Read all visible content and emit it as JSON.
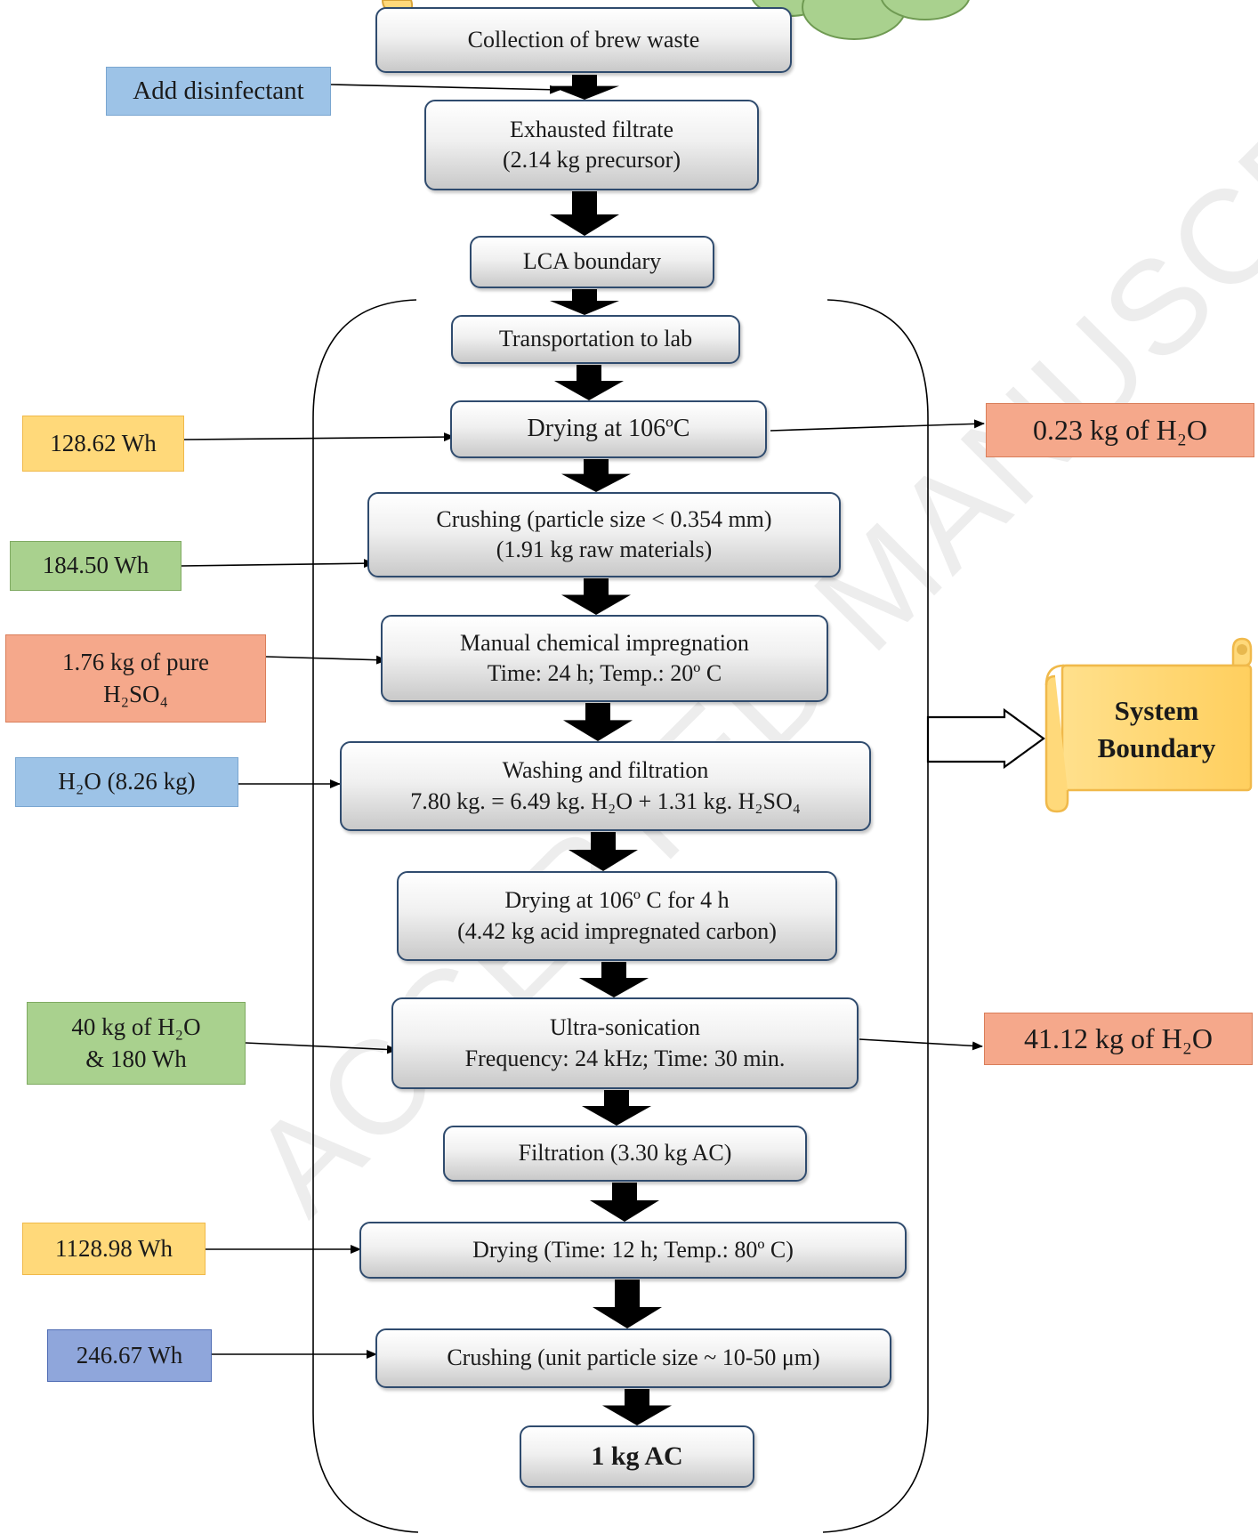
{
  "flow_steps": {
    "collection": [
      "Collection of brew waste"
    ],
    "exhausted": [
      "Exhausted filtrate",
      "(2.14 kg precursor)"
    ],
    "lca": [
      "LCA boundary"
    ],
    "transport": [
      "Transportation to lab"
    ],
    "drying1": [
      "Drying at 106ºC"
    ],
    "crushing1": [
      "Crushing (particle size < 0.354 mm)",
      "(1.91 kg raw materials)"
    ],
    "impregnation": [
      "Manual chemical impregnation",
      "Time: 24 h; Temp.: 20º C"
    ],
    "washing": [
      "Washing and filtration",
      "7.80 kg. = 6.49 kg. H₂O + 1.31 kg. H₂SO₄"
    ],
    "drying2": [
      "Drying at 106º C for 4 h",
      "(4.42 kg acid impregnated carbon)"
    ],
    "sonication": [
      "Ultra-sonication",
      "Frequency: 24 kHz; Time: 30 min."
    ],
    "filtration": [
      "Filtration (3.30 kg AC)"
    ],
    "drying3": [
      "Drying (Time: 12 h; Temp.: 80º C)"
    ],
    "crushing2": [
      "Crushing (unit particle size ~ 10-50 μm)"
    ],
    "final": [
      "1 kg AC"
    ]
  },
  "inputs": {
    "disinfectant": [
      "Add disinfectant"
    ],
    "energy_drying1": [
      "128.62 Wh"
    ],
    "energy_crushing1": [
      "184.50 Wh"
    ],
    "acid": [
      "1.76 kg of  pure",
      "H₂SO₄"
    ],
    "water_wash": [
      "H₂O (8.26 kg)"
    ],
    "water_energy_sonication": [
      "40 kg of H₂O",
      "& 180 Wh"
    ],
    "energy_drying3": [
      "1128.98 Wh"
    ],
    "energy_crushing2": [
      "246.67 Wh"
    ]
  },
  "outputs": {
    "water_drying1": [
      "0.23 kg of H₂O"
    ],
    "water_sonication": [
      "41.12 kg of H₂O"
    ]
  },
  "system_boundary_label": [
    "System",
    "Boundary"
  ],
  "watermark": "ACCEPTED MANUSCRIPT",
  "colors": {
    "step_border": "#2f4b6e",
    "step_fill_top": "#ffffff",
    "step_fill_bottom": "#c9c9c9",
    "input_blue": "#9dc3e7",
    "input_yellow": "#ffd97a",
    "input_green": "#a9d18e",
    "input_salmon": "#f5a88b",
    "input_indigo": "#8fa6db",
    "scroll_fill": "#ffd97a",
    "cloud_fill": "#a9d18e",
    "arrow": "#000000"
  }
}
